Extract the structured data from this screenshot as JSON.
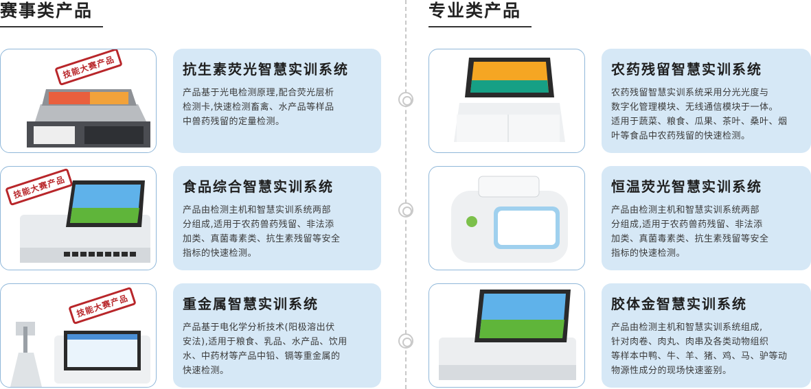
{
  "left_column": {
    "title": "赛事类产品",
    "items": [
      {
        "stamp": "技能大赛产品",
        "title": "抗生素荧光智慧实训系统",
        "lines": [
          "产品基于光电检测原理,配合荧光层析",
          "检测卡,快速检测畜禽、水产品等样品",
          "中兽药残留的定量检测。"
        ]
      },
      {
        "stamp": "技能大赛产品",
        "title": "食品综合智慧实训系统",
        "lines": [
          "产品由检测主机和智慧实训系统两部",
          "分组成,适用于农药兽药残留、非法添",
          "加类、真菌毒素类、抗生素残留等安全",
          "指标的快速检测。"
        ]
      },
      {
        "stamp": "技能大赛产品",
        "title": "重金属智慧实训系统",
        "lines": [
          "产品基于电化学分析技术(阳极溶出伏",
          "安法),适用于粮食、乳品、水产品、饮用",
          "水、中药材等产品中铅、镉等重金属的",
          "快速检测。"
        ]
      }
    ]
  },
  "right_column": {
    "title": "专业类产品",
    "items": [
      {
        "title": "农药残留智慧实训系统",
        "lines": [
          "农药残留智慧实训系统采用分光光度与",
          "数字化管理模块、无线通信模块于一体。",
          "适用于蔬菜、粮食、瓜果、茶叶、桑叶、烟",
          "叶等食品中农药残留的快速检测。"
        ]
      },
      {
        "title": "恒温荧光智慧实训系统",
        "lines": [
          "产品由检测主机和智慧实训系统两部",
          "分组成,适用于农药兽药残留、非法添",
          "加类、真菌毒素类、抗生素残留等安全",
          "指标的快速检测。"
        ]
      },
      {
        "title": "胶体金智慧实训系统",
        "lines": [
          "产品由检测主机和智慧实训系统组成,",
          "针对肉卷、肉丸、肉串及各类动物组织",
          "等样本中鸭、牛、羊、猪、鸡、马、驴等动",
          "物源性成分的现场快速鉴别。"
        ]
      }
    ]
  },
  "colors": {
    "accent_bg": "#d6e8f6",
    "border": "#8fb7d9",
    "stamp": "#b8262a"
  },
  "icons": [
    "timeline-node-icon",
    "competition-stamp-icon"
  ]
}
